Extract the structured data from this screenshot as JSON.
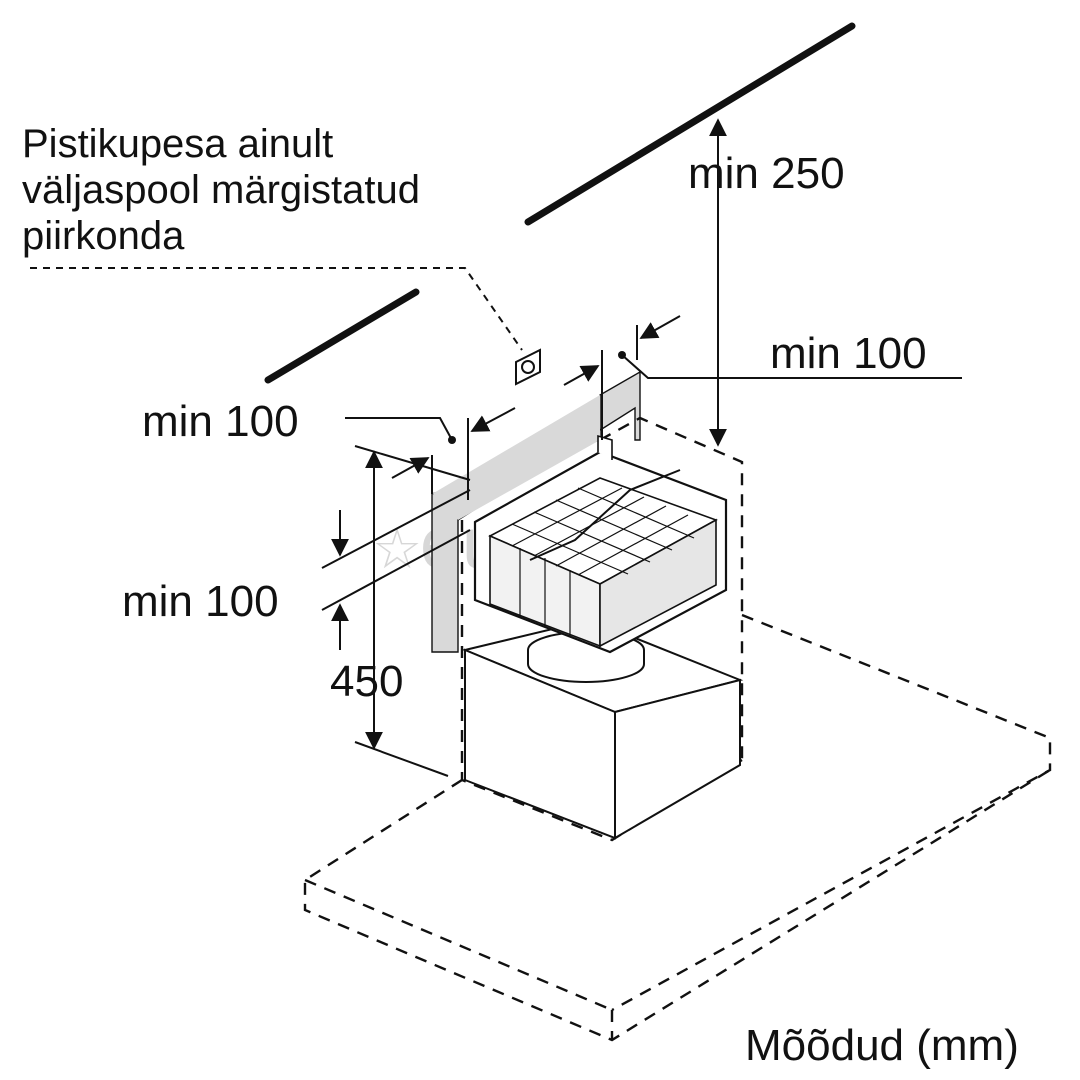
{
  "labels": {
    "socket_note_line1": "Pistikupesa ainult",
    "socket_note_line2": "väljaspool märgistatud",
    "socket_note_line3": "piirkonda",
    "ceiling_clearance": "min 250",
    "right_clearance": "min 100",
    "left_clearance": "min 100",
    "top_clearance": "min 100",
    "height": "450",
    "units": "Mõõdud (mm)"
  },
  "watermark": {
    "text": "euronics",
    "color": "#d7d7d7"
  },
  "colors": {
    "line": "#111111",
    "restricted_area": "#d9d9d9",
    "background": "#ffffff"
  }
}
